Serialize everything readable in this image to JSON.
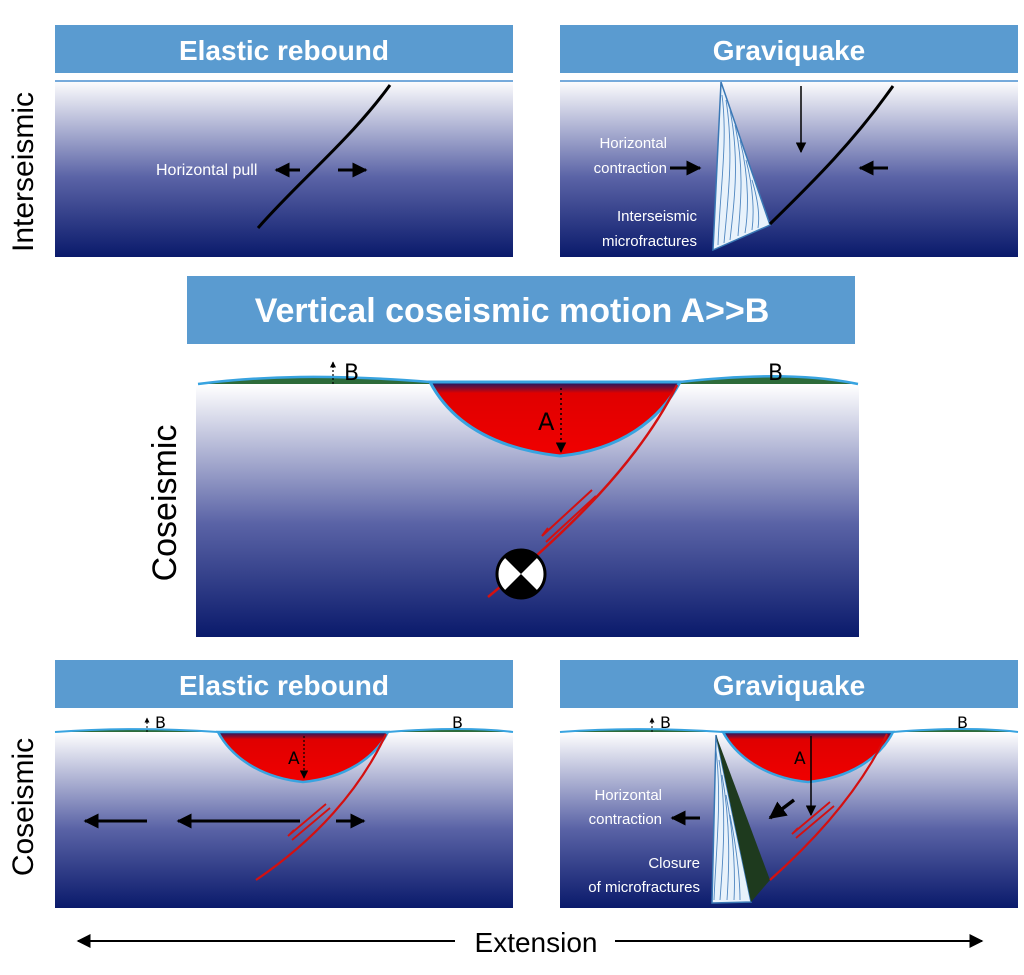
{
  "panels": {
    "top_left": {
      "title": "Elastic rebound",
      "pull_label": "Horizontal pull"
    },
    "top_right": {
      "title": "Graviquake",
      "contraction_1": "Horizontal",
      "contraction_2": "contraction",
      "micro_1": "Interseismic",
      "micro_2": "microfractures"
    },
    "center": {
      "title": "Vertical coseismic motion A>>B",
      "label_a": "A",
      "label_b_left": "B",
      "label_b_right": "B"
    },
    "bottom_left": {
      "title": "Elastic rebound",
      "label_a": "A",
      "label_b_left": "B",
      "label_b_right": "B"
    },
    "bottom_right": {
      "title": "Graviquake",
      "label_a": "A",
      "label_b_left": "B",
      "label_b_right": "B",
      "contraction_1": "Horizontal",
      "contraction_2": "contraction",
      "closure_1": "Closure",
      "closure_2": "of microfractures"
    }
  },
  "side_labels": {
    "top": "Interseismic",
    "middle": "Coseismic",
    "bottom": "Coseismic"
  },
  "footer": {
    "extension": "Extension"
  },
  "colors": {
    "header": "#5a9bd0",
    "crust_top": "#ffffff",
    "crust_bottom": "#0a1a6b",
    "basin": "#e00000",
    "fault": "#d41010"
  }
}
